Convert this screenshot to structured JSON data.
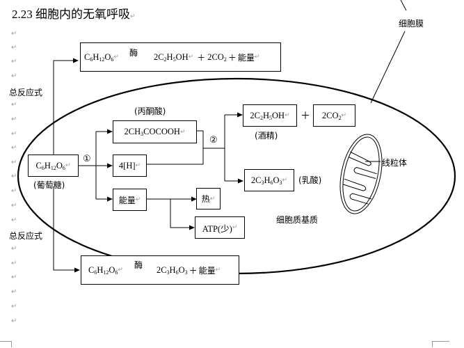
{
  "title": {
    "number": "2.23",
    "text": "细胞内的无氧呼吸"
  },
  "labels": {
    "total_reaction_1": "总反应式",
    "total_reaction_2": "总反应式",
    "cell_membrane": "细胞膜",
    "mitochondrion": "线粒体",
    "cytoplasm_matrix": "细胞质基质",
    "pyruvate_label": "(丙酮酸)",
    "glucose_label": "(葡萄糖)",
    "alcohol_label": "(酒精)",
    "lactic_acid_label": "(乳酸)",
    "step1": "①",
    "step2": "②",
    "plus": "＋",
    "paragraph_mark": "↵"
  },
  "equations": {
    "alcohol": {
      "reactant": {
        "base": "C",
        "parts": [
          [
            "C",
            "6"
          ],
          [
            "H",
            "12"
          ],
          [
            "O",
            "6"
          ]
        ]
      },
      "enzyme": "酶",
      "product1": "2C₂H₅OH",
      "plus1": "＋",
      "product2": "2CO₂",
      "plus2": "＋",
      "product3": "能量"
    },
    "lactic": {
      "enzyme": "酶",
      "product1": "2C₃H₆O₃",
      "plus1": "＋",
      "product2": "能量"
    }
  },
  "boxes": {
    "glucose": "C6H12O6",
    "pyruvate": "2CH3COCOOH",
    "hydrogen": "4[H]",
    "energy": "能量",
    "heat": "热",
    "atp": "ATP(少)",
    "ethanol": "2C2H5OH",
    "co2": "2CO2",
    "lactate": "2C3H6O3"
  }
}
